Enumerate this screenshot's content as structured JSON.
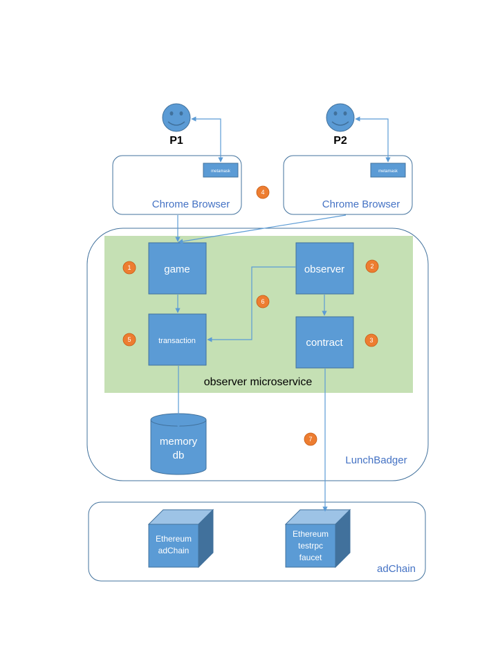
{
  "persons": [
    {
      "label": "P1",
      "icon": "smiley-face-icon"
    },
    {
      "label": "P2",
      "icon": "smiley-face-icon"
    }
  ],
  "browsers": [
    {
      "label": "Chrome Browser",
      "plugin": "metamask"
    },
    {
      "label": "Chrome Browser",
      "plugin": "metamask"
    }
  ],
  "lunchbadger": {
    "label": "LunchBadger",
    "microservice_label": "observer microservice",
    "nodes": {
      "game": "game",
      "observer": "observer",
      "transaction": "transaction",
      "contract": "contract"
    },
    "db": {
      "line1": "memory",
      "line2": "db"
    }
  },
  "adchain": {
    "label": "adChain",
    "cube1": {
      "lines": [
        "Ethereum",
        "adChain"
      ]
    },
    "cube2": {
      "lines": [
        "Ethereum",
        "testrpc",
        "faucet"
      ]
    }
  },
  "badges": [
    "1",
    "2",
    "3",
    "4",
    "5",
    "6",
    "7"
  ],
  "colors": {
    "accent_blue": "#5b9bd5",
    "box_border": "#41719c",
    "label_blue": "#4472c4",
    "green_zone": "#c5e0b4",
    "badge_orange": "#ed7d31"
  }
}
